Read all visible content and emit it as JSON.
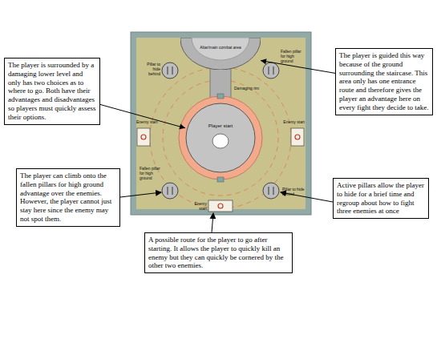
{
  "diagram": {
    "nodes": [
      {
        "text": [
          "Altar/main combat area"
        ]
      },
      {
        "text": [
          "The player is guided this way because of the ground surrounding the staircase. This area only has one entrance route and therefore gives the player an advantage here on every fight they decide to take."
        ]
      },
      {
        "text": [
          "The player is surrounded by a damaging lower level and only has two choices as to where to go. Both have their advantages and disadvantages so players must quickly assess their options."
        ]
      },
      {
        "text": [
          "Player start"
        ]
      },
      {
        "text": [
          "The player can climb onto the fallen pillars for high ground advantage over the enemies. However, the player cannot just stay here since the enemy may not spot them."
        ]
      },
      {
        "text": [
          "Active pillars allow the player to hide for a brief time and regroup about how to fight three enemies at once"
        ]
      },
      {
        "text": [
          "A possible route for the player to go after starting. It allows the player to quickly kill an enemy but they can quickly be cornered by the other two enemies."
        ]
      }
    ],
    "edges": [
      {
        "from": 2,
        "to": 3,
        "arrow": "to"
      },
      {
        "from": 1,
        "to": 0,
        "arrow": "to"
      }
    ],
    "labels": [
      "Pillar to hide behind",
      "Fallen pillar for high ground",
      "Damaging rim",
      "Enemy start",
      "Enemy start",
      "Fallen pillar for high ground",
      "Pillar to hide behind",
      "Enemy start"
    ]
  }
}
